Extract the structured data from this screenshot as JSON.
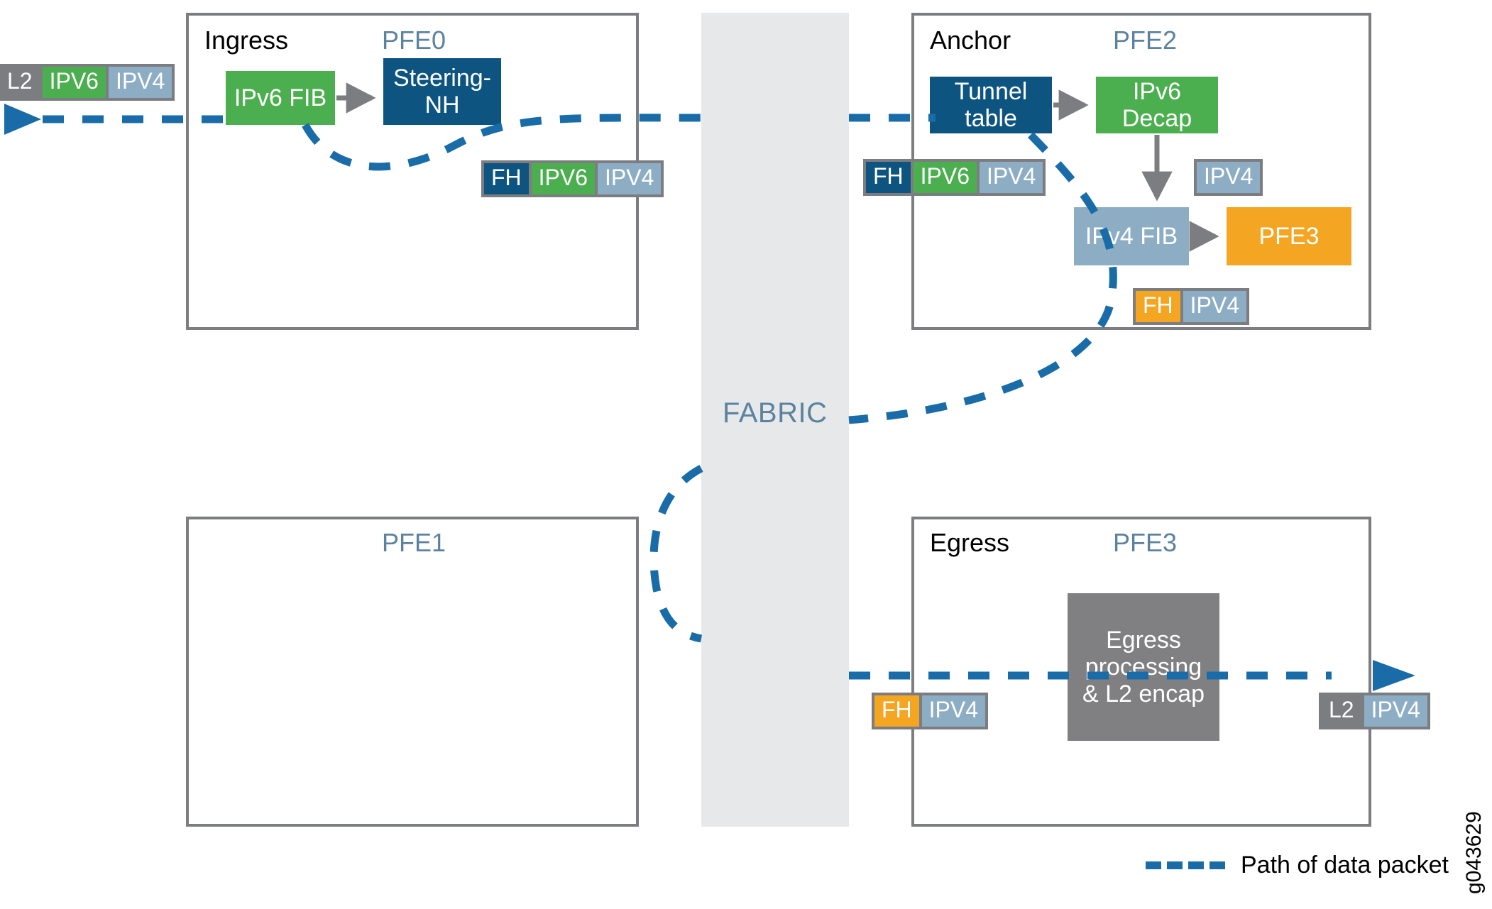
{
  "fabric": {
    "label": "FABRIC"
  },
  "panels": [
    {
      "id": "pfe0",
      "role": "Ingress",
      "pfe": "PFE0"
    },
    {
      "id": "pfe1",
      "role": "",
      "pfe": "PFE1"
    },
    {
      "id": "pfe2",
      "role": "Anchor",
      "pfe": "PFE2"
    },
    {
      "id": "pfe3",
      "role": "Egress",
      "pfe": "PFE3"
    }
  ],
  "blocks": {
    "ipv6_fib": "IPv6 FIB",
    "steering_nh": "Steering-\nNH",
    "steering_nh_l1": "Steering-",
    "steering_nh_l2": "NH",
    "tunnel_table_l1": "Tunnel",
    "tunnel_table_l2": "table",
    "ipv6_decap_l1": "IPv6",
    "ipv6_decap_l2": "Decap",
    "ipv4_fib": "IPv4 FIB",
    "pfe3_target": "PFE3",
    "egress_l1": "Egress",
    "egress_l2": "processing",
    "egress_l3": "& L2 encap"
  },
  "packets": {
    "ingress_in": [
      "L2",
      "IPV6",
      "IPV4"
    ],
    "ingress_out": [
      "FH",
      "IPV6",
      "IPV4"
    ],
    "anchor_in": [
      "FH",
      "IPV6",
      "IPV4"
    ],
    "anchor_decap": [
      "IPV4"
    ],
    "anchor_out": [
      "FH",
      "IPV4"
    ],
    "egress_in": [
      "FH",
      "IPV4"
    ],
    "egress_out": [
      "L2",
      "IPV4"
    ]
  },
  "legend": {
    "label": "Path of data packet"
  },
  "figure_id": "g043629",
  "colors": {
    "accent_blue": "#1a6ca8",
    "navy": "#0d5480",
    "green": "#4caf4f",
    "steel": "#8dadc4",
    "orange": "#f4a521",
    "gray": "#808082",
    "border_gray": "#7c7d80",
    "fabric_bg": "#e7e8ea",
    "pfe_text": "#5b83a0"
  }
}
